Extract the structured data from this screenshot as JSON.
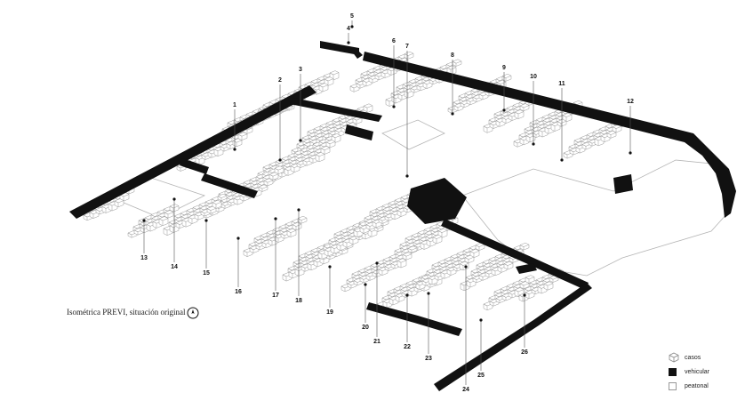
{
  "caption": "Isométrica PREVI, situación original",
  "legend": {
    "items": [
      {
        "key": "casos",
        "label": "casos"
      },
      {
        "key": "vehicular",
        "label": "vehicular"
      },
      {
        "key": "peatonal",
        "label": "peatonal"
      }
    ]
  },
  "callouts": [
    "1",
    "2",
    "3",
    "4",
    "5",
    "6",
    "7",
    "8",
    "9",
    "10",
    "11",
    "12",
    "13",
    "14",
    "15",
    "16",
    "17",
    "18",
    "19",
    "20",
    "21",
    "22",
    "23",
    "24",
    "25",
    "26"
  ],
  "colors": {
    "road": "#111111",
    "paper": "#ffffff",
    "house_line": "#9a9a9a",
    "marker": "#111111"
  }
}
